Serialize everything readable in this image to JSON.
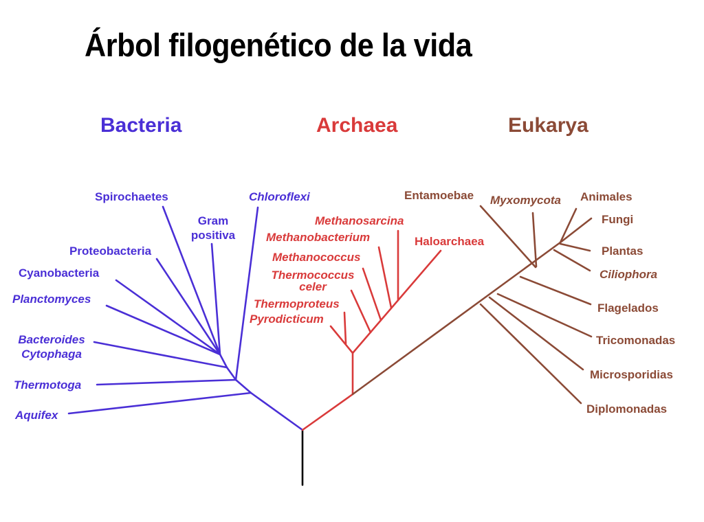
{
  "title": "Árbol filogenético de la vida",
  "colors": {
    "bacteria": "#4a2fd6",
    "archaea": "#d93a3a",
    "eukarya": "#8b4a36",
    "root": "#000000"
  },
  "domains": [
    {
      "key": "bacteria",
      "label": "Bacteria"
    },
    {
      "key": "archaea",
      "label": "Archaea"
    },
    {
      "key": "eukarya",
      "label": "Eukarya"
    }
  ],
  "bacteria": {
    "taxa": [
      {
        "label": "Spirochaetes",
        "italic": false
      },
      {
        "label": "Gram positiva",
        "italic": false
      },
      {
        "label": "Chloroflexi",
        "italic": true
      },
      {
        "label": "Proteobacteria",
        "italic": false
      },
      {
        "label": "Cyanobacteria",
        "italic": false
      },
      {
        "label": "Planctomyces",
        "italic": true
      },
      {
        "label": "Bacteroides Cytophaga",
        "italic": true
      },
      {
        "label": "Thermotoga",
        "italic": true
      },
      {
        "label": "Aquifex",
        "italic": true
      }
    ]
  },
  "archaea": {
    "taxa": [
      {
        "label": "Methanosarcina",
        "italic": true
      },
      {
        "label": "Methanobacterium",
        "italic": true
      },
      {
        "label": "Haloarchaea",
        "italic": false
      },
      {
        "label": "Methanococcus",
        "italic": true
      },
      {
        "label": "Thermococcus celer",
        "italic": true
      },
      {
        "label": "Thermoproteus",
        "italic": true
      },
      {
        "label": "Pyrodicticum",
        "italic": true
      }
    ]
  },
  "eukarya": {
    "taxa": [
      {
        "label": "Entamoebae",
        "italic": false
      },
      {
        "label": "Myxomycota",
        "italic": true
      },
      {
        "label": "Animales",
        "italic": false
      },
      {
        "label": "Fungi",
        "italic": false
      },
      {
        "label": "Plantas",
        "italic": false
      },
      {
        "label": "Ciliophora",
        "italic": true
      },
      {
        "label": "Flagelados",
        "italic": false
      },
      {
        "label": "Tricomonadas",
        "italic": false
      },
      {
        "label": "Microsporidias",
        "italic": false
      },
      {
        "label": "Diplomonadas",
        "italic": false
      }
    ]
  }
}
